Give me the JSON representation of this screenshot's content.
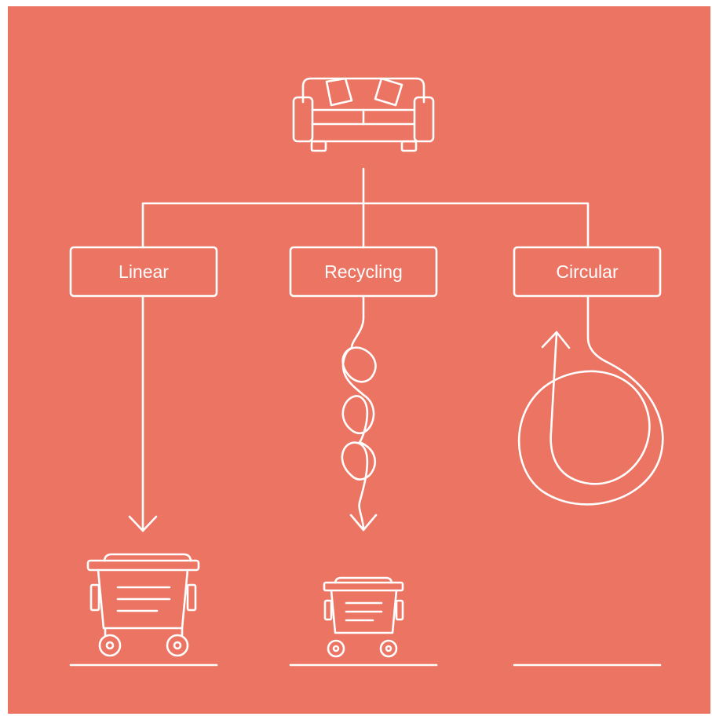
{
  "colors": {
    "background": "#EC7463",
    "stroke": "#FFFFFF"
  },
  "icons": {
    "source": "sofa-icon",
    "end_large": "dumpster-icon",
    "end_small": "dumpster-icon"
  },
  "branches": [
    {
      "label": "Linear"
    },
    {
      "label": "Recycling"
    },
    {
      "label": "Circular"
    }
  ]
}
